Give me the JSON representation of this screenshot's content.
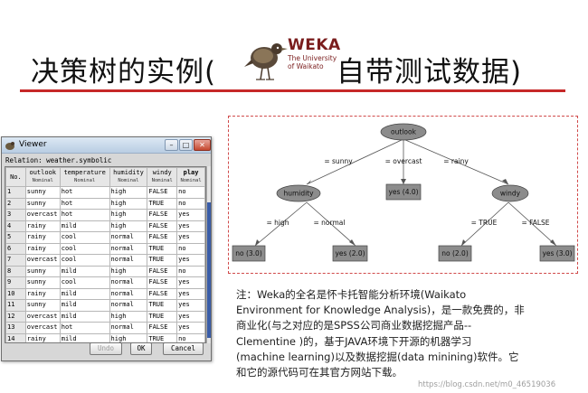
{
  "slide": {
    "title_main": "决策树的实例(",
    "title_rest": "自带测试数据)",
    "logo": {
      "name": "WEKA",
      "line1": "The University",
      "line2": "of Waikato",
      "icon": "weka-bird-icon"
    }
  },
  "viewer": {
    "window_title": "Viewer",
    "relation": "Relation: weather.symbolic",
    "columns": [
      {
        "name": "No.",
        "type": ""
      },
      {
        "name": "outlook",
        "type": "Nominal"
      },
      {
        "name": "temperature",
        "type": "Nominal"
      },
      {
        "name": "humidity",
        "type": "Nominal"
      },
      {
        "name": "windy",
        "type": "Nominal"
      },
      {
        "name": "play",
        "type": "Nominal"
      }
    ],
    "rows": [
      [
        "1",
        "sunny",
        "hot",
        "high",
        "FALSE",
        "no"
      ],
      [
        "2",
        "sunny",
        "hot",
        "high",
        "TRUE",
        "no"
      ],
      [
        "3",
        "overcast",
        "hot",
        "high",
        "FALSE",
        "yes"
      ],
      [
        "4",
        "rainy",
        "mild",
        "high",
        "FALSE",
        "yes"
      ],
      [
        "5",
        "rainy",
        "cool",
        "normal",
        "FALSE",
        "yes"
      ],
      [
        "6",
        "rainy",
        "cool",
        "normal",
        "TRUE",
        "no"
      ],
      [
        "7",
        "overcast",
        "cool",
        "normal",
        "TRUE",
        "yes"
      ],
      [
        "8",
        "sunny",
        "mild",
        "high",
        "FALSE",
        "no"
      ],
      [
        "9",
        "sunny",
        "cool",
        "normal",
        "FALSE",
        "yes"
      ],
      [
        "10",
        "rainy",
        "mild",
        "normal",
        "FALSE",
        "yes"
      ],
      [
        "11",
        "sunny",
        "mild",
        "normal",
        "TRUE",
        "yes"
      ],
      [
        "12",
        "overcast",
        "mild",
        "high",
        "TRUE",
        "yes"
      ],
      [
        "13",
        "overcast",
        "hot",
        "normal",
        "FALSE",
        "yes"
      ],
      [
        "14",
        "rainy",
        "mild",
        "high",
        "TRUE",
        "no"
      ]
    ],
    "buttons": {
      "undo": "Undo",
      "ok": "OK",
      "cancel": "Cancel"
    }
  },
  "tree": {
    "nodes": {
      "outlook": "outlook",
      "humidity": "humidity",
      "yes_overcast": "yes (4.0)",
      "windy": "windy",
      "no_high": "no (3.0)",
      "yes_normal": "yes (2.0)",
      "no_true": "no (2.0)",
      "yes_false": "yes (3.0)"
    },
    "edges": {
      "sunny": "= sunny",
      "overcast": "= overcast",
      "rainy": "= rainy",
      "high": "= high",
      "normal": "= normal",
      "true": "= TRUE",
      "false": "= FALSE"
    }
  },
  "note": {
    "lines": [
      "注：Weka的全名是怀卡托智能分析环境(Waikato",
      "Environment for Knowledge Analysis)，是一款免费的，非",
      "商业化(与之对应的是SPSS公司商业数据挖掘产品--",
      "Clementine )的，基于JAVA环境下开源的机器学习",
      "(machine learning)以及数据挖掘(data minining)软件。它",
      "和它的源代码可在其官方网站下载。"
    ]
  },
  "watermark": "https://blog.csdn.net/m0_46519036",
  "colors": {
    "accent_rule": "#c62828",
    "leaf_fill": "#8c8c8c",
    "tree_border": "#d04a4a"
  }
}
